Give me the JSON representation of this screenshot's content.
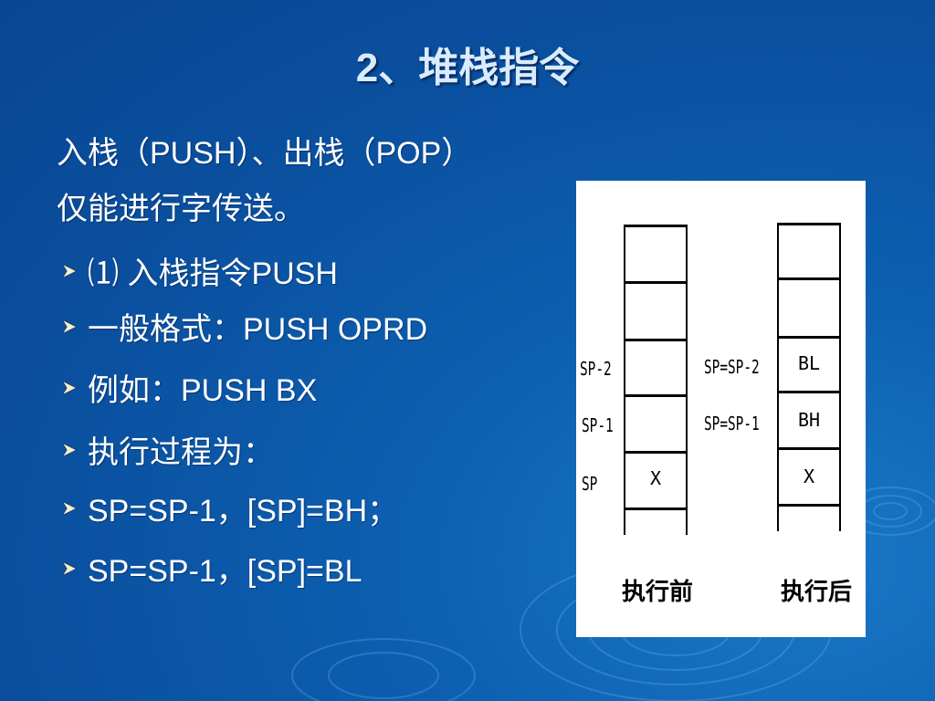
{
  "slide": {
    "title": "2、堆栈指令",
    "intro_line1": "入栈（PUSH）、出栈（POP）",
    "intro_line2": "仅能进行字传送。",
    "bullets": [
      "⑴ 入栈指令PUSH",
      "一般格式：PUSH  OPRD",
      "例如：PUSH  BX",
      "执行过程为：",
      "SP=SP-1，[SP]=BH；",
      "SP=SP-1，[SP]=BL"
    ]
  },
  "diagram": {
    "before": {
      "labels": [
        "SP-2",
        "SP-1",
        "SP"
      ],
      "cells": [
        "",
        "",
        "",
        "",
        "X",
        ""
      ],
      "caption": "执行前"
    },
    "after": {
      "labels": [
        "SP=SP-2",
        "SP=SP-1"
      ],
      "cells": [
        "",
        "",
        "BL",
        "BH",
        "X"
      ],
      "caption": "执行后"
    }
  },
  "colors": {
    "background": "#0d5fb0",
    "title": "#d9ecff",
    "text": "#ffffff",
    "bullet_arrow": "#f5f0c8",
    "panel": "#ffffff"
  },
  "icons": {
    "bullet": "arrow-bullet-icon"
  }
}
